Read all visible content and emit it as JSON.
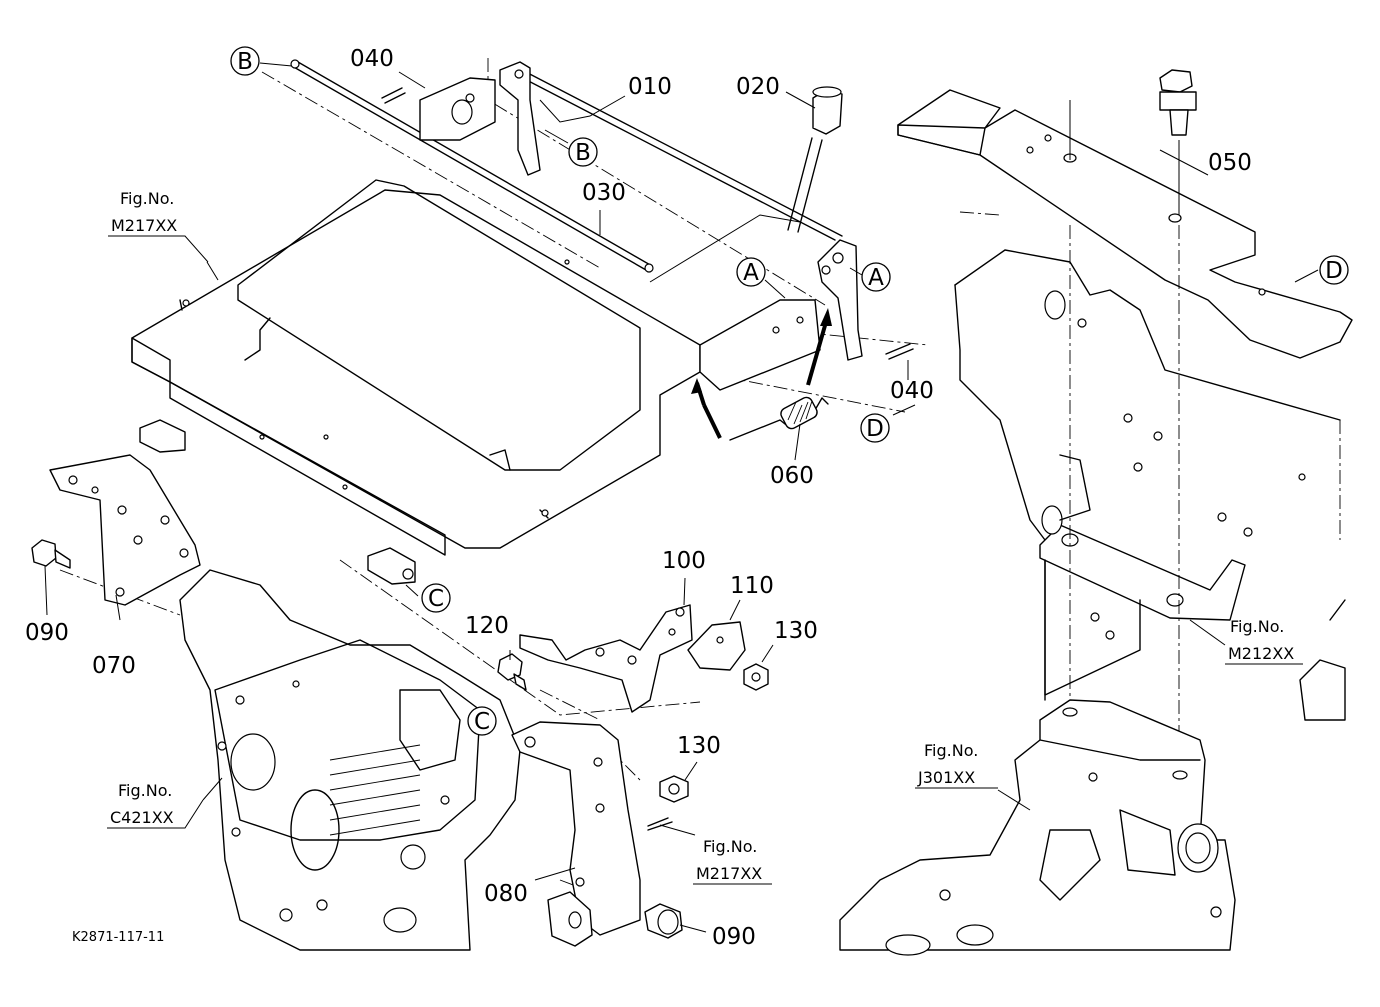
{
  "parts": {
    "p010": "010",
    "p020": "020",
    "p030": "030",
    "p040_top": "040",
    "p040_right": "040",
    "p050": "050",
    "p060": "060",
    "p070": "070",
    "p080": "080",
    "p090_left": "090",
    "p090_bottom": "090",
    "p100": "100",
    "p110": "110",
    "p120": "120",
    "p130_top": "130",
    "p130_mid": "130"
  },
  "refs": {
    "B_top": "B",
    "B_mid": "B",
    "A_left": "A",
    "A_right": "A",
    "C_bottom": "C",
    "C_mid": "C",
    "D_mid": "D",
    "D_right": "D"
  },
  "figrefs": {
    "m217_top": {
      "line1": "Fig.No.",
      "line2": "M217XX"
    },
    "c421": {
      "line1": "Fig.No.",
      "line2": "C421XX"
    },
    "m217_bottom": {
      "line1": "Fig.No.",
      "line2": "M217XX"
    },
    "m212": {
      "line1": "Fig.No.",
      "line2": "M212XX"
    },
    "j301": {
      "line1": "Fig.No.",
      "line2": "J301XX"
    }
  },
  "caption": "K2871-117-11"
}
